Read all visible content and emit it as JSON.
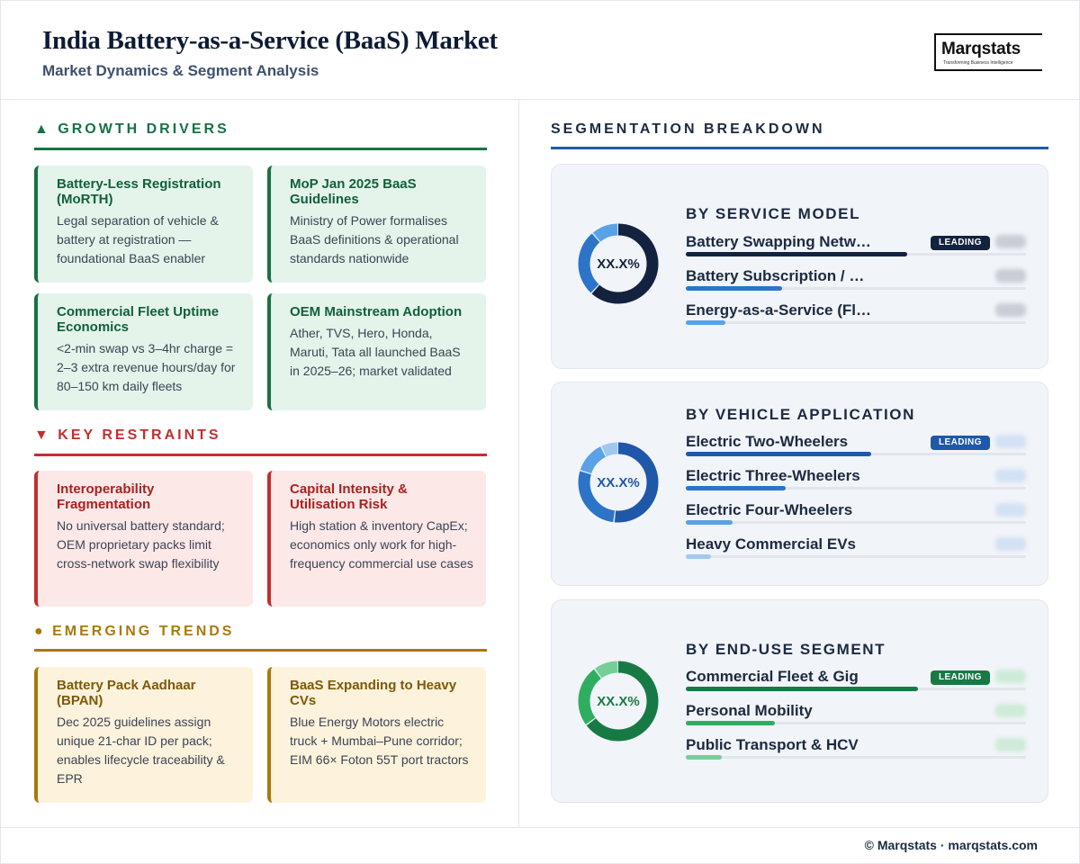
{
  "header": {
    "title": "India Battery-as-a-Service (BaaS) Market",
    "subtitle": "Market Dynamics & Segment Analysis",
    "logo_name": "Marqstats",
    "logo_tagline": "Transforming Business Intelligence"
  },
  "drivers": {
    "icon": "▲",
    "heading": "GROWTH DRIVERS",
    "color": "#177245",
    "cards": [
      {
        "title": "Battery-Less Registration (MoRTH)",
        "body": "Legal separation of vehicle & battery at registration — foundational BaaS enabler"
      },
      {
        "title": "MoP Jan 2025 BaaS Guidelines",
        "body": "Ministry of Power formalises BaaS definitions & operational standards nationwide"
      },
      {
        "title": "Commercial Fleet Uptime Economics",
        "body": "<2-min swap vs 3–4hr charge = 2–3 extra revenue hours/day for 80–150 km daily fleets"
      },
      {
        "title": "OEM Mainstream Adoption",
        "body": "Ather, TVS, Hero, Honda, Maruti, Tata all launched BaaS in 2025–26; market validated"
      }
    ]
  },
  "restraints": {
    "icon": "▼",
    "heading": "KEY RESTRAINTS",
    "color": "#c0302f",
    "cards": [
      {
        "title": "Interoperability Fragmentation",
        "body": "No universal battery standard; OEM proprietary packs limit cross-network swap flexibility"
      },
      {
        "title": "Capital Intensity & Utilisation Risk",
        "body": "High station & inventory CapEx; economics only work for high-frequency commercial use cases"
      }
    ]
  },
  "trends": {
    "icon": "●",
    "heading": "EMERGING TRENDS",
    "color": "#a8790f",
    "cards": [
      {
        "title": "Battery Pack Aadhaar (BPAN)",
        "body": "Dec 2025 guidelines assign unique 21-char ID per pack; enables lifecycle traceability & EPR"
      },
      {
        "title": "BaaS Expanding to Heavy CVs",
        "body": "Blue Energy Motors electric truck + Mumbai–Pune corridor; EIM 66× Foton 55T port tractors"
      }
    ]
  },
  "segmentation": {
    "heading": "SEGMENTATION BREAKDOWN",
    "badge_label": "LEADING",
    "center_label": "XX.X%",
    "panels": [
      {
        "title": "BY SERVICE MODEL",
        "colors": [
          "#13223f",
          "#2c74c8",
          "#5aa2e8"
        ],
        "track_color": "#d7e6f7",
        "blur_color": "#c9cdd6",
        "rows": [
          {
            "label": "Battery Swapping Netw…",
            "share": 0.62,
            "leading": true
          },
          {
            "label": "Battery Subscription / …",
            "share": 0.27,
            "leading": false
          },
          {
            "label": "Energy-as-a-Service (Fl…",
            "share": 0.11,
            "leading": false
          }
        ]
      },
      {
        "title": "BY VEHICLE APPLICATION",
        "colors": [
          "#1f58a8",
          "#2c74c8",
          "#5aa2e8",
          "#9fc8f1"
        ],
        "track_color": "#d7e6f7",
        "blur_color": "#d3e1f4",
        "rows": [
          {
            "label": "Electric Two-Wheelers",
            "share": 0.52,
            "leading": true
          },
          {
            "label": "Electric Three-Wheelers",
            "share": 0.28,
            "leading": false
          },
          {
            "label": "Electric Four-Wheelers",
            "share": 0.13,
            "leading": false
          },
          {
            "label": "Heavy Commercial EVs",
            "share": 0.07,
            "leading": false
          }
        ]
      },
      {
        "title": "BY END-USE SEGMENT",
        "colors": [
          "#177a45",
          "#2fae62",
          "#74cf97"
        ],
        "track_color": "#d4efdd",
        "blur_color": "#cdebd8",
        "rows": [
          {
            "label": "Commercial Fleet & Gig",
            "share": 0.65,
            "leading": true
          },
          {
            "label": "Personal Mobility",
            "share": 0.25,
            "leading": false
          },
          {
            "label": "Public Transport & HCV",
            "share": 0.1,
            "leading": false
          }
        ]
      }
    ]
  },
  "chart_data": [
    {
      "type": "pie",
      "title": "BY SERVICE MODEL",
      "categories": [
        "Battery Swapping Netw…",
        "Battery Subscription / …",
        "Energy-as-a-Service (Fl…"
      ],
      "values": [
        62,
        27,
        11
      ]
    },
    {
      "type": "pie",
      "title": "BY VEHICLE APPLICATION",
      "categories": [
        "Electric Two-Wheelers",
        "Electric Three-Wheelers",
        "Electric Four-Wheelers",
        "Heavy Commercial EVs"
      ],
      "values": [
        52,
        28,
        13,
        7
      ]
    },
    {
      "type": "pie",
      "title": "BY END-USE SEGMENT",
      "categories": [
        "Commercial Fleet & Gig",
        "Personal Mobility",
        "Public Transport & HCV"
      ],
      "values": [
        65,
        25,
        10
      ]
    }
  ],
  "footer": {
    "text": "© Marqstats · marqstats.com"
  }
}
